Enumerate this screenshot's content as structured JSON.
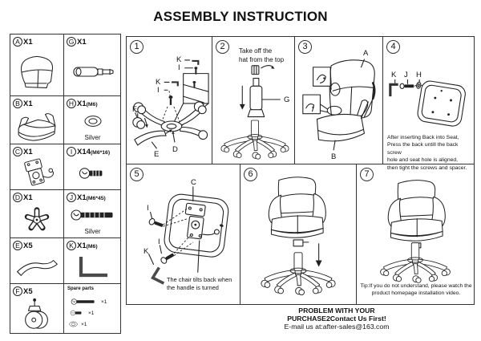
{
  "title": "ASSEMBLY INSTRUCTION",
  "parts": {
    "a": {
      "id": "A",
      "qty": "X1"
    },
    "g": {
      "id": "G",
      "qty": "X1"
    },
    "b": {
      "id": "B",
      "qty": "X1"
    },
    "h": {
      "id": "H",
      "qty": "X1",
      "spec": "(M6)",
      "note": "Silver"
    },
    "c": {
      "id": "C",
      "qty": "X1"
    },
    "i": {
      "id": "I",
      "qty": "X14",
      "spec": "(M6*16)"
    },
    "d": {
      "id": "D",
      "qty": "X1"
    },
    "j": {
      "id": "J",
      "qty": "X1",
      "spec": "(M6*45)",
      "note": "Silver"
    },
    "e": {
      "id": "E",
      "qty": "X5"
    },
    "k": {
      "id": "K",
      "qty": "X1",
      "spec": "(M6)"
    },
    "f": {
      "id": "F",
      "qty": "X5"
    },
    "spare": {
      "label": "Spare parts",
      "q1": "×1",
      "q2": "×1",
      "q3": "×1"
    }
  },
  "steps": {
    "s1": {
      "num": "1",
      "lbl_k1": "K",
      "lbl_i1": "I",
      "lbl_k2": "K",
      "lbl_i2": "I",
      "lbl_f": "F",
      "lbl_e": "E",
      "lbl_d": "D"
    },
    "s2": {
      "num": "2",
      "line1": "Take off the",
      "line2": "hat from the top",
      "lbl_g": "G"
    },
    "s3": {
      "num": "3",
      "lbl_a": "A",
      "lbl_b": "B"
    },
    "s4": {
      "num": "4",
      "lbl_k": "K",
      "lbl_j": "J",
      "lbl_h": "H",
      "line1": "After inserting Back into Seat,",
      "line2": "Press the back untill the back screw",
      "line3": "hole and seat hole is aligned,",
      "line4": "then tight the screws and spacer."
    },
    "s5": {
      "num": "5",
      "lbl_c": "C",
      "lbl_i1": "I",
      "lbl_i2": "I",
      "lbl_k": "K",
      "line1": "The chair tilts back when",
      "line2": "the handle is turned"
    },
    "s6": {
      "num": "6"
    },
    "s7": {
      "num": "7",
      "line1": "Tip:If you do not understand, please watch the",
      "line2": "product homepage installation video."
    }
  },
  "footer": {
    "line1": "PROBLEM WITH YOUR",
    "line2": "PURCHASE2Contact Us First!",
    "line3": "E-mail us at:after-sales@163.com"
  }
}
